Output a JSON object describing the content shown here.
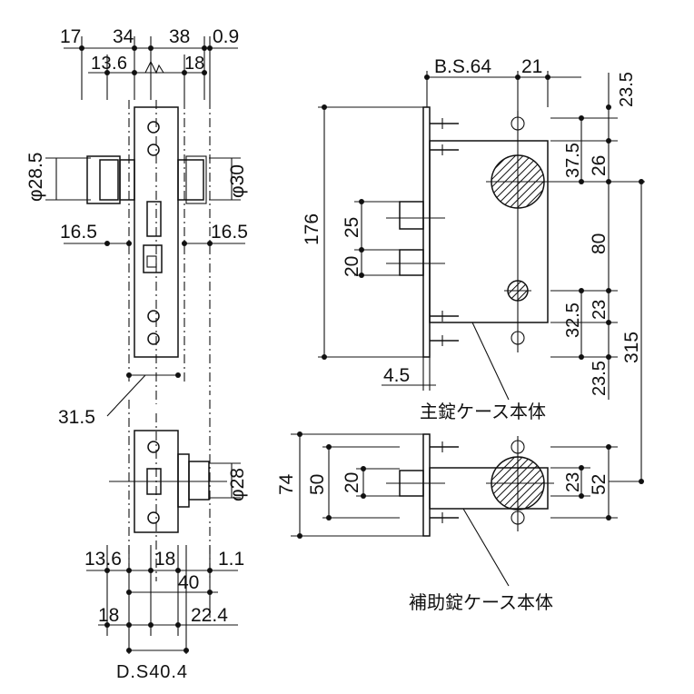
{
  "labels": {
    "main_case": "主錠ケース本体",
    "sub_case": "補助錠ケース本体"
  },
  "left_top": {
    "d17": "17",
    "d34": "34",
    "d38": "38",
    "d09": "0.9",
    "d136": "13.6",
    "d18": "18",
    "phi285": "φ28.5",
    "phi30": "φ30",
    "d165a": "16.5",
    "d165b": "16.5",
    "d315": "31.5"
  },
  "left_bottom": {
    "phi28": "φ28",
    "d136": "13.6",
    "d18": "18",
    "d11": "1.1",
    "d40": "40",
    "d18b": "18",
    "d224": "22.4",
    "ds": "D.S40.4"
  },
  "right_top": {
    "bs": "B.S.64",
    "d21": "21",
    "d176": "176",
    "d25": "25",
    "d20": "20",
    "d45": "4.5",
    "d235a": "23.5",
    "d375": "37.5",
    "d26": "26",
    "d80": "80",
    "d325": "32.5",
    "d23": "23",
    "d235b": "23.5",
    "d315": "315"
  },
  "right_bottom": {
    "d74": "74",
    "d50": "50",
    "d20": "20",
    "d23": "23",
    "d52": "52"
  }
}
